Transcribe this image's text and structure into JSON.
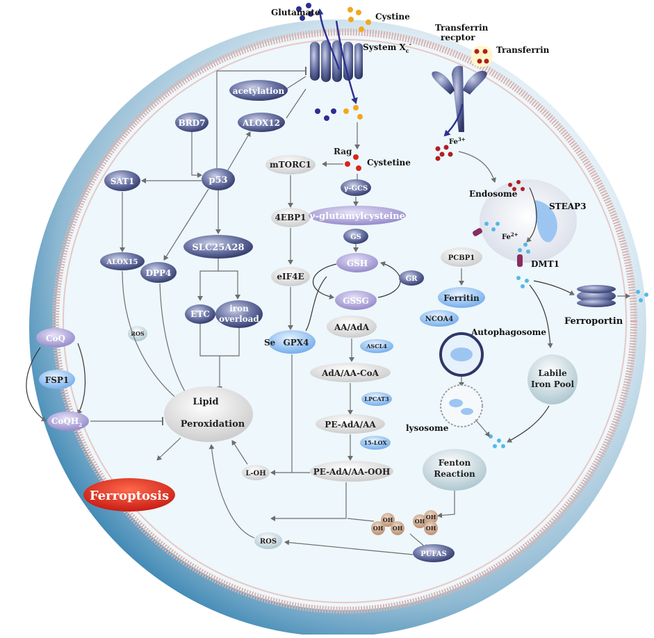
{
  "outside": {
    "glutamate": "Glutamate",
    "cystine": "Cystine",
    "system_xc": "System X",
    "system_xc_sub": "c",
    "system_xc_sup": "-",
    "transferrin_receptor_line1": "Transferrin",
    "transferrin_receptor_line2": "recptor",
    "transferrin": "Transferrin"
  },
  "iron": {
    "fe3": "Fe",
    "fe3_sup": "3+",
    "fe2": "Fe",
    "fe2_sup": "2+",
    "endosome": "Endosome",
    "steap3": "STEAP3",
    "dmt1": "DMT1",
    "pcbp1": "PCBP1",
    "ferritin": "Ferritin",
    "ncoa4": "NCOA4",
    "autophagosome": "Autophagosome",
    "lysosome": "lysosome",
    "ferroportin": "Ferroportin",
    "labile_line1": "Labile",
    "labile_line2": "Iron Pool",
    "fenton_line1": "Fenton",
    "fenton_line2": "Reaction",
    "oh": "OH",
    "pufas": "PUFAS"
  },
  "p53_axis": {
    "acetylation": "acetylation",
    "brd7": "BRD7",
    "alox12": "ALOX12",
    "sat1": "SAT1",
    "p53": "p53",
    "alox15": "ALOX15",
    "dpp4": "DPP4",
    "slc25a28": "SLC25A28",
    "etc": "ETC",
    "iron_overload_line1": "iron",
    "iron_overload_line2": "overload",
    "ros_small": "ROS"
  },
  "gsh_axis": {
    "rag": "Rag",
    "mtorc1": "mTORC1",
    "cystetine": "Cystetine",
    "ygcs": "γ-GCS",
    "yglut": "γ-glutamylcysteine",
    "ebp1": "4EBP1",
    "gs": "GS",
    "gsh": "GSH",
    "gr": "GR",
    "gssg": "GSSG",
    "eif4e": "eIF4E",
    "se": "Se",
    "gpx4": "GPX4"
  },
  "lipid_axis": {
    "aa_ada": "AA/AdA",
    "ascl4": "ASCL4",
    "ada_coa": "AdA/AA-CoA",
    "lpcat3": "LPCAT3",
    "pe_ada": "PE-AdA/AA",
    "lox15": "15-LOX",
    "pe_ooh": "PE-AdA/AA-OOH",
    "loh": "L-OH",
    "ros": "ROS"
  },
  "fsp1_axis": {
    "coq": "CoQ",
    "fsp1": "FSP1",
    "coqh": "CoQH",
    "coqh_sub": "2"
  },
  "outcome": {
    "lipid_line1": "Lipid",
    "lipid_line2": "Peroxidation",
    "ferroptosis": "Ferroptosis"
  },
  "colors": {
    "navy_node": "#4a5486",
    "membrane": "#d9b3b0",
    "cytoplasm": "#eef7fb",
    "ferroptosis_red": "#d8251b",
    "blue_node": "#7fb4ee",
    "glutamate_dot": "#2b2f8f",
    "cystine_dot": "#f2a81d",
    "iron_dot": "#b11e22",
    "fe2_dot": "#55b8e6"
  }
}
